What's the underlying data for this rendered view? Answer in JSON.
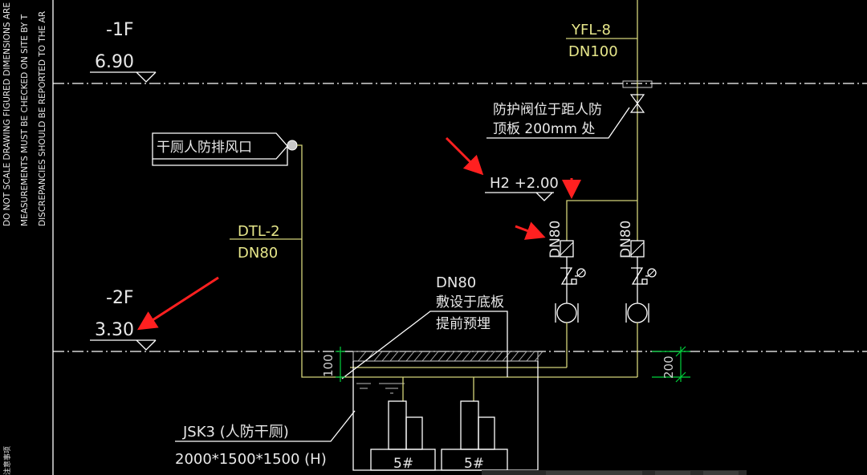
{
  "margin_note": {
    "line1": "DO NOT SCALE DRAWING FIGURED DIMENSIONS ARE",
    "line2": "MEASUREMENTS MUST BE CHECKED ON SITE BY T",
    "line3": "DISCREPANCIES SHOULD BE REPORTED TO THE AR",
    "bottom": "注意事项"
  },
  "levels": {
    "upper": {
      "name": "-1F",
      "elevation": "6.90"
    },
    "lower": {
      "name": "-2F",
      "elevation": "3.30"
    }
  },
  "labels": {
    "exhaust_outlet": "干厕人防排风口",
    "dtl_id": "DTL-2",
    "dtl_size": "DN80",
    "yfl_id": "YFL-8",
    "yfl_size": "DN100",
    "valve_note_line1": "防护阀位于距人防",
    "valve_note_line2": "顶板 200mm 处",
    "h2": "H2 +2.00",
    "pump_pipe_1": "DN80",
    "pump_pipe_2": "DN80",
    "embed_size": "DN80",
    "embed_line1": "敷设于底板",
    "embed_line2": "提前预埋",
    "dim_100": "100",
    "dim_200": "200",
    "pit_id": "JSK3 (人防干厕)",
    "pit_size": "2000*1500*1500 (H)",
    "pump_1": "5#",
    "pump_2": "5#"
  },
  "colors": {
    "background": "#000000",
    "linework": "#ffffff",
    "pipe": "#d4d47a",
    "dimension": "#00d23c",
    "callout_arrow": "#ff2020"
  }
}
